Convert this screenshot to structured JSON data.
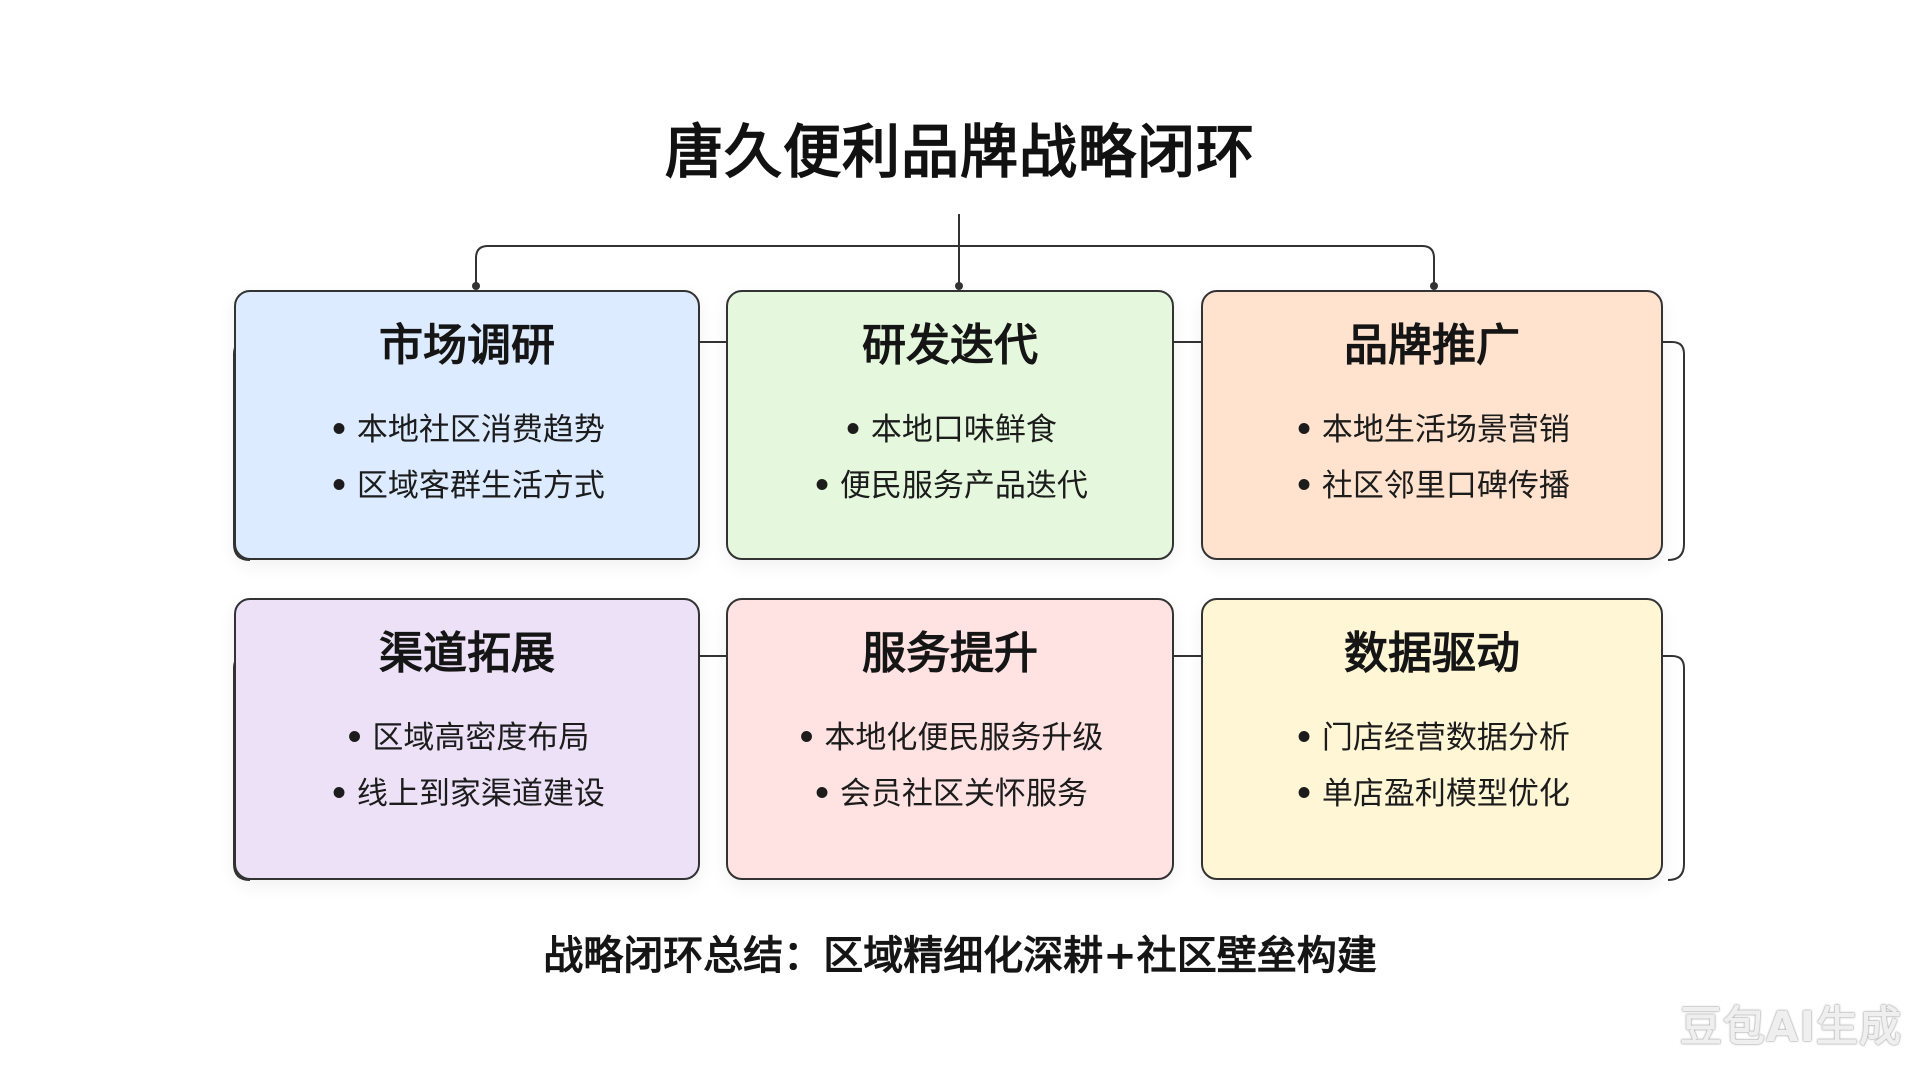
{
  "title": "唐久便利品牌战略闭环",
  "cards": [
    {
      "title": "市场调研",
      "items": [
        "本地社区消费趋势",
        "区域客群生活方式"
      ],
      "color": "#dcebff"
    },
    {
      "title": "研发迭代",
      "items": [
        "本地口味鲜食",
        "便民服务产品迭代"
      ],
      "color": "#e5f8dd"
    },
    {
      "title": "品牌推广",
      "items": [
        "本地生活场景营销",
        "社区邻里口碑传播"
      ],
      "color": "#ffe3cf"
    },
    {
      "title": "渠道拓展",
      "items": [
        "区域高密度布局",
        "线上到家渠道建设"
      ],
      "color": "#ece1f7"
    },
    {
      "title": "服务提升",
      "items": [
        "本地化便民服务升级",
        "会员社区关怀服务"
      ],
      "color": "#ffe2e2"
    },
    {
      "title": "数据驱动",
      "items": [
        "门店经营数据分析",
        "单店盈利模型优化"
      ],
      "color": "#fff6d6"
    }
  ],
  "summary": "战略闭环总结：区域精细化深耕+社区壁垒构建",
  "watermark": "豆包AI生成",
  "line_color": "#333333"
}
